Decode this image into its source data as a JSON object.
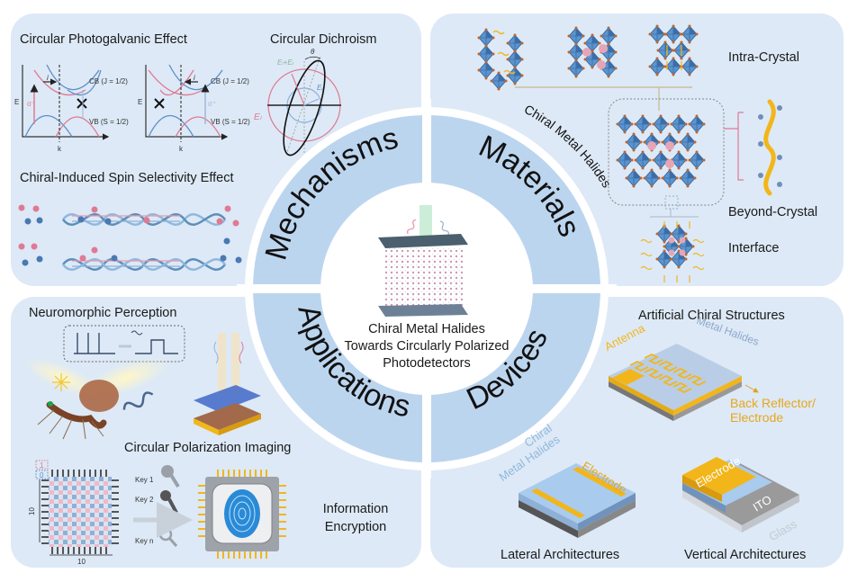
{
  "title": "Chiral Metal Halides Towards Circularly Polarized Photodetectors",
  "center": {
    "line1": "Chiral Metal Halides",
    "line2": "Towards Circularly Polarized",
    "line3": "Photodetectors"
  },
  "ring": {
    "mechanisms": "Mechanisms",
    "materials": "Materials",
    "applications": "Applications",
    "devices": "Devices"
  },
  "mechanisms": {
    "cpge_title": "Circular Photogalvanic Effect",
    "cd_title": "Circular Dichroism",
    "ciss_title": "Chiral-Induced Spin Selectivity Effect",
    "cpge_labels": {
      "energy_axis": "E",
      "k_axis": "k",
      "current": "i",
      "cb": "CB (J = 1/2)",
      "vb": "VB (S = 1/2)",
      "sigma_minus": "σ⁻",
      "sigma_plus": "σ⁺"
    },
    "cd_labels": {
      "sum": "Eₗ+Eᵣ",
      "theta": "θ",
      "er": "Eᵣ",
      "el": "Eₗ"
    }
  },
  "materials": {
    "arc_label": "Chiral Metal Halides",
    "intra": "Intra-Crystal",
    "beyond": "Beyond-Crystal",
    "interface": "Interface"
  },
  "applications": {
    "neuro": "Neuromorphic Perception",
    "imaging": "Circular Polarization Imaging",
    "encryption_line1": "Information",
    "encryption_line2": "Encryption",
    "bits": [
      "1",
      "0"
    ],
    "grid_size": "10",
    "keys": [
      "Key 1",
      "Key 2",
      "Key n"
    ]
  },
  "devices": {
    "artificial": "Artificial Chiral Structures",
    "antenna": "Antenna",
    "metal_halides": "Metal Halides",
    "back_reflector_line1": "Back Reflector/",
    "back_reflector_line2": "Electrode",
    "lateral": "Lateral Architectures",
    "vertical": "Vertical Architectures",
    "chiral_mh_line1": "Chiral",
    "chiral_mh_line2": "Metal Halides",
    "electrode": "Electrode",
    "ito": "ITO",
    "glass": "Glass"
  },
  "colors": {
    "panel_bg": "#dde9f6",
    "ring_bg": "#bcd5ef",
    "pink": "#e07a94",
    "blue": "#5b8fc9",
    "gold": "#f2b61b",
    "octahedron": "#3f7fc0"
  }
}
